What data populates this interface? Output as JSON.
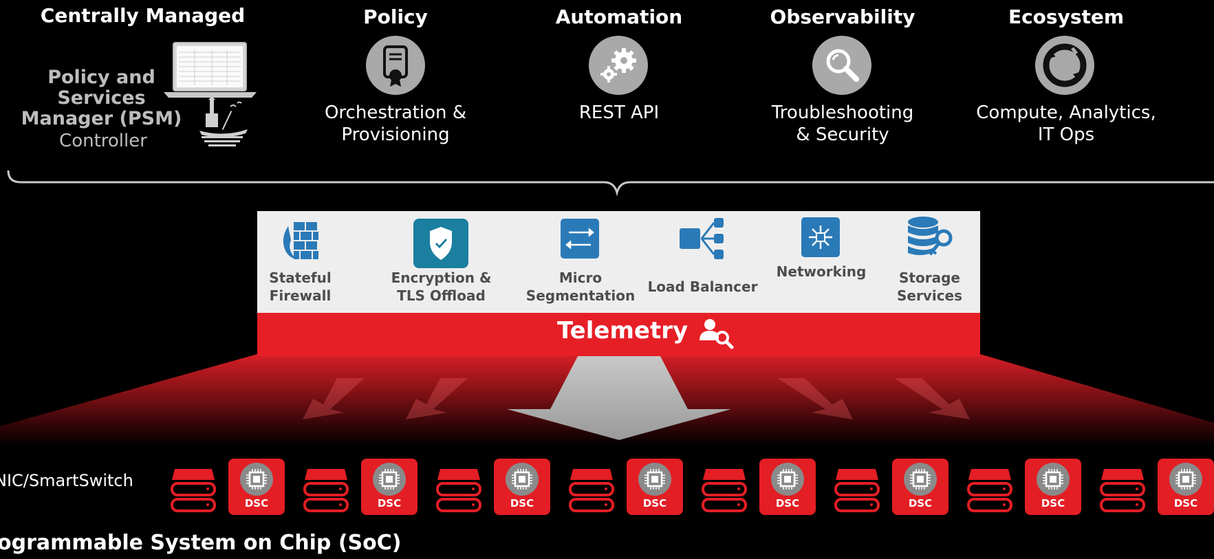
{
  "columns": {
    "managed": {
      "title": "Centrally Managed",
      "psm_line1": "Policy and",
      "psm_line2": "Services",
      "psm_line3": "Manager (PSM)",
      "psm_line4": "Controller"
    },
    "policy": {
      "title": "Policy",
      "desc_line1": "Orchestration &",
      "desc_line2": "Provisioning",
      "icon": "certificate-icon"
    },
    "automation": {
      "title": "Automation",
      "desc_line1": "REST API",
      "icon": "gears-icon"
    },
    "observability": {
      "title": "Observability",
      "desc_line1": "Troubleshooting",
      "desc_line2": "& Security",
      "icon": "magnifier-icon"
    },
    "ecosystem": {
      "title": "Ecosystem",
      "desc_line1": "Compute, Analytics,",
      "desc_line2": "IT Ops",
      "icon": "cycle-icon"
    }
  },
  "services": [
    {
      "label": "Stateful\nFirewall",
      "icon": "firewall-icon"
    },
    {
      "label": "Encryption &\nTLS Offload",
      "icon": "shield-icon"
    },
    {
      "label": "Micro\nSegmentation",
      "icon": "segmentation-icon"
    },
    {
      "label": "Load Balancer",
      "icon": "load-balancer-icon"
    },
    {
      "label": "Networking",
      "icon": "network-icon"
    },
    {
      "label": "Storage\nServices",
      "icon": "storage-key-icon"
    }
  ],
  "telemetry": {
    "label": "Telemetry",
    "icon": "user-search-icon"
  },
  "bottom": {
    "row_label": "NIC/SmartSwitch",
    "soc_label": "ogrammable System on Chip (SoC)",
    "dsc_label": "DSC"
  },
  "colors": {
    "accent": "#e31e24",
    "panel": "#eeeeee",
    "icon_teal": "#1b7fa0",
    "icon_blue": "#2a7ab8"
  }
}
